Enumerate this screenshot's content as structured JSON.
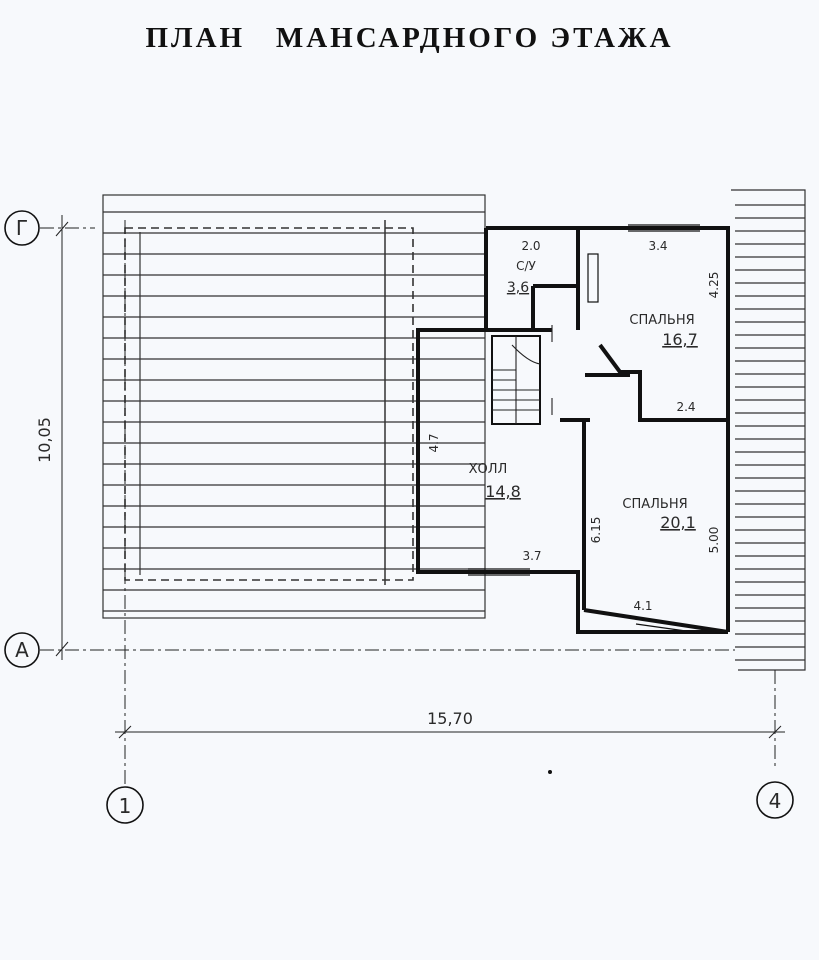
{
  "title": "ПЛАН   МАНСАРДНОГО ЭТАЖА",
  "axes": {
    "top": "Г",
    "bottom": "А",
    "left": "1",
    "right": "4"
  },
  "dimensions": {
    "height_total": "10,05",
    "width_total": "15,70"
  },
  "rooms": {
    "wc": {
      "name": "С/У",
      "area": "3,6",
      "dim_top": "2.0"
    },
    "bedroom_1": {
      "name": "СПАЛЬНЯ",
      "area": "16,7",
      "dim_top": "3.4",
      "dim_side": "4.25",
      "dim_bottom": "2.4"
    },
    "hall": {
      "name": "ХОЛЛ",
      "area": "14,8",
      "dim_side": "4.7",
      "dim_bottom": "3.7"
    },
    "bedroom_2": {
      "name": "СПАЛЬНЯ",
      "area": "20,1",
      "dim_left": "6.15",
      "dim_right": "5.00",
      "dim_bottom": "4.1"
    }
  },
  "colors": {
    "ink": "#1a1a1a",
    "paper": "#f7f9fc"
  }
}
